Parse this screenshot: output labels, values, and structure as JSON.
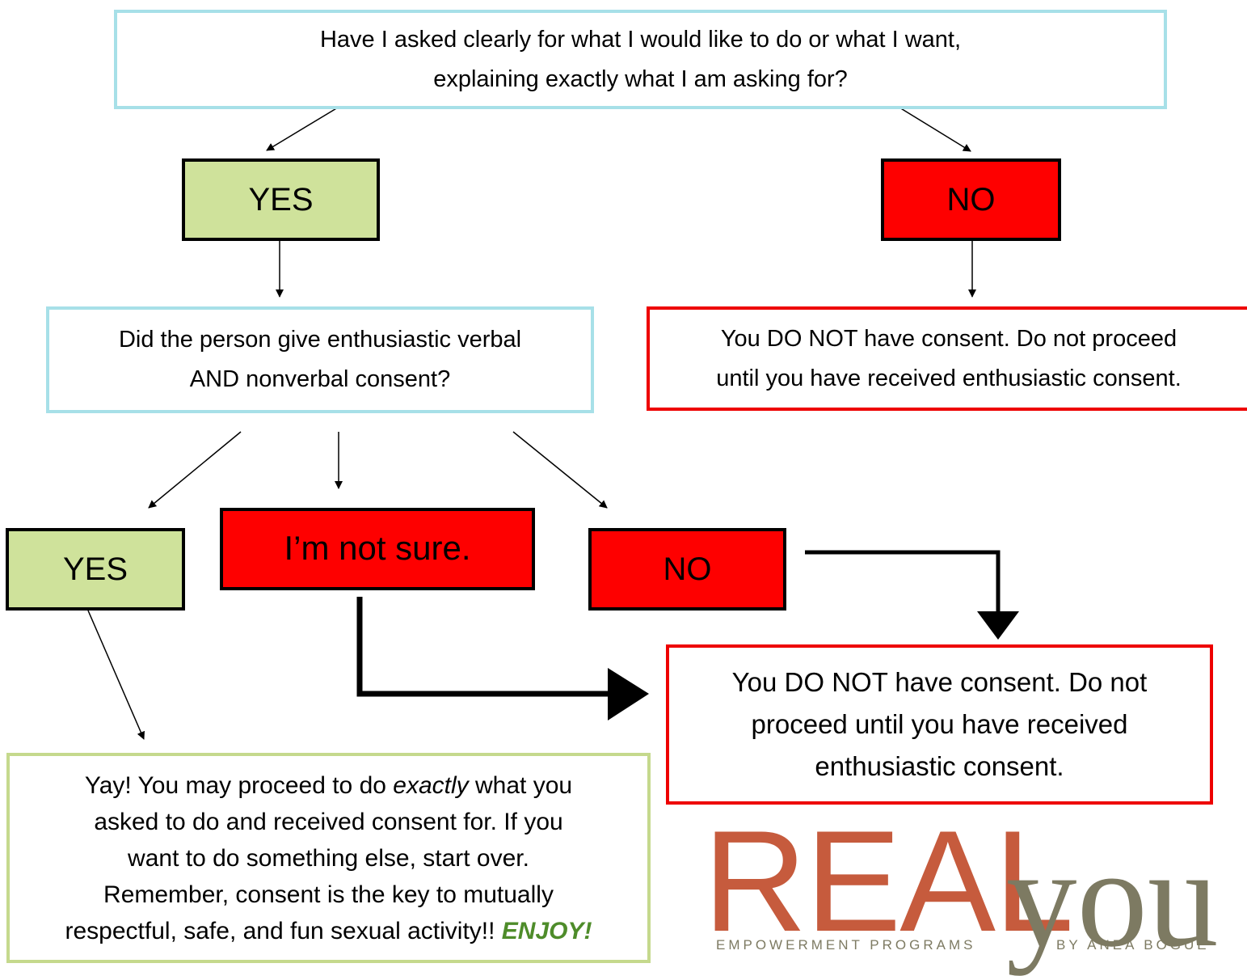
{
  "question1": {
    "line1": "Have I asked clearly for what I would like to do or what I want,",
    "line2": "explaining exactly what I am asking for?"
  },
  "yes1": "YES",
  "no1": "NO",
  "question2": {
    "line1": "Did the person give enthusiastic verbal",
    "line2": "AND nonverbal consent?"
  },
  "no_consent_small": {
    "line1": "You DO NOT have consent. Do not proceed",
    "line2": "until you have received enthusiastic consent."
  },
  "yes2": "YES",
  "not_sure": "I’m not sure.",
  "no2": "NO",
  "no_consent_large": {
    "line1": "You DO NOT have consent. Do not",
    "line2": "proceed until you have received",
    "line3": "enthusiastic consent."
  },
  "proceed": {
    "line1_before": "Yay! You may proceed to do ",
    "line1_em": "exactly",
    "line1_after": " what you",
    "line2": "asked to do and received consent for. If you",
    "line3": "want to do something else, start over.",
    "line4": "Remember, consent is the key to mutually",
    "line5": "respectful, safe, and fun sexual activity!! ",
    "enjoy": "ENJOY!"
  },
  "logo": {
    "real": "REAL",
    "you": "you",
    "tagline_left": "EMPOWERMENT PROGRAMS",
    "tagline_right": "BY ANEA BOGUE"
  },
  "colors": {
    "blue_border": "#a7e0e8",
    "red": "#fe0000",
    "green_fill": "#cfe29b",
    "green_border": "#c5d98d",
    "enjoy_green": "#4e8c2a",
    "logo_orange": "#c65b3d",
    "logo_olive": "#7d7a62"
  }
}
